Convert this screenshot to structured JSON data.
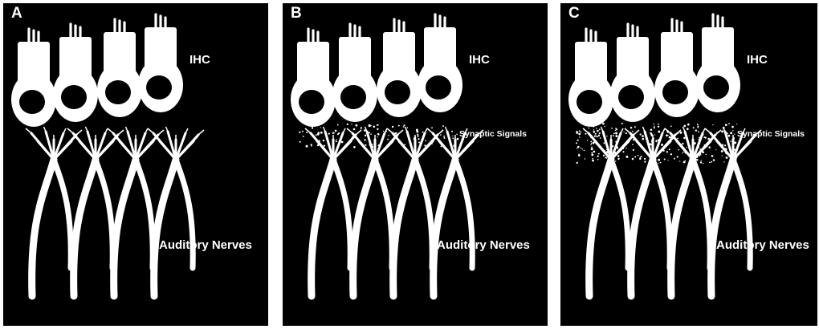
{
  "panels": [
    {
      "letter": "A",
      "ihc_label": "IHC",
      "synaptic_label": "",
      "nerve_label": "Auditory Nerves",
      "signal_level": 0
    },
    {
      "letter": "B",
      "ihc_label": "IHC",
      "synaptic_label": "Synaptic Signals",
      "nerve_label": "Auditory Nerves",
      "signal_level": 0.4
    },
    {
      "letter": "C",
      "ihc_label": "IHC",
      "synaptic_label": "Synaptic Signals",
      "nerve_label": "Auditory Nerves",
      "signal_level": 1
    }
  ],
  "colors": {
    "background": "#000000",
    "figure": "#ffffff",
    "frame": "#ffffff"
  }
}
